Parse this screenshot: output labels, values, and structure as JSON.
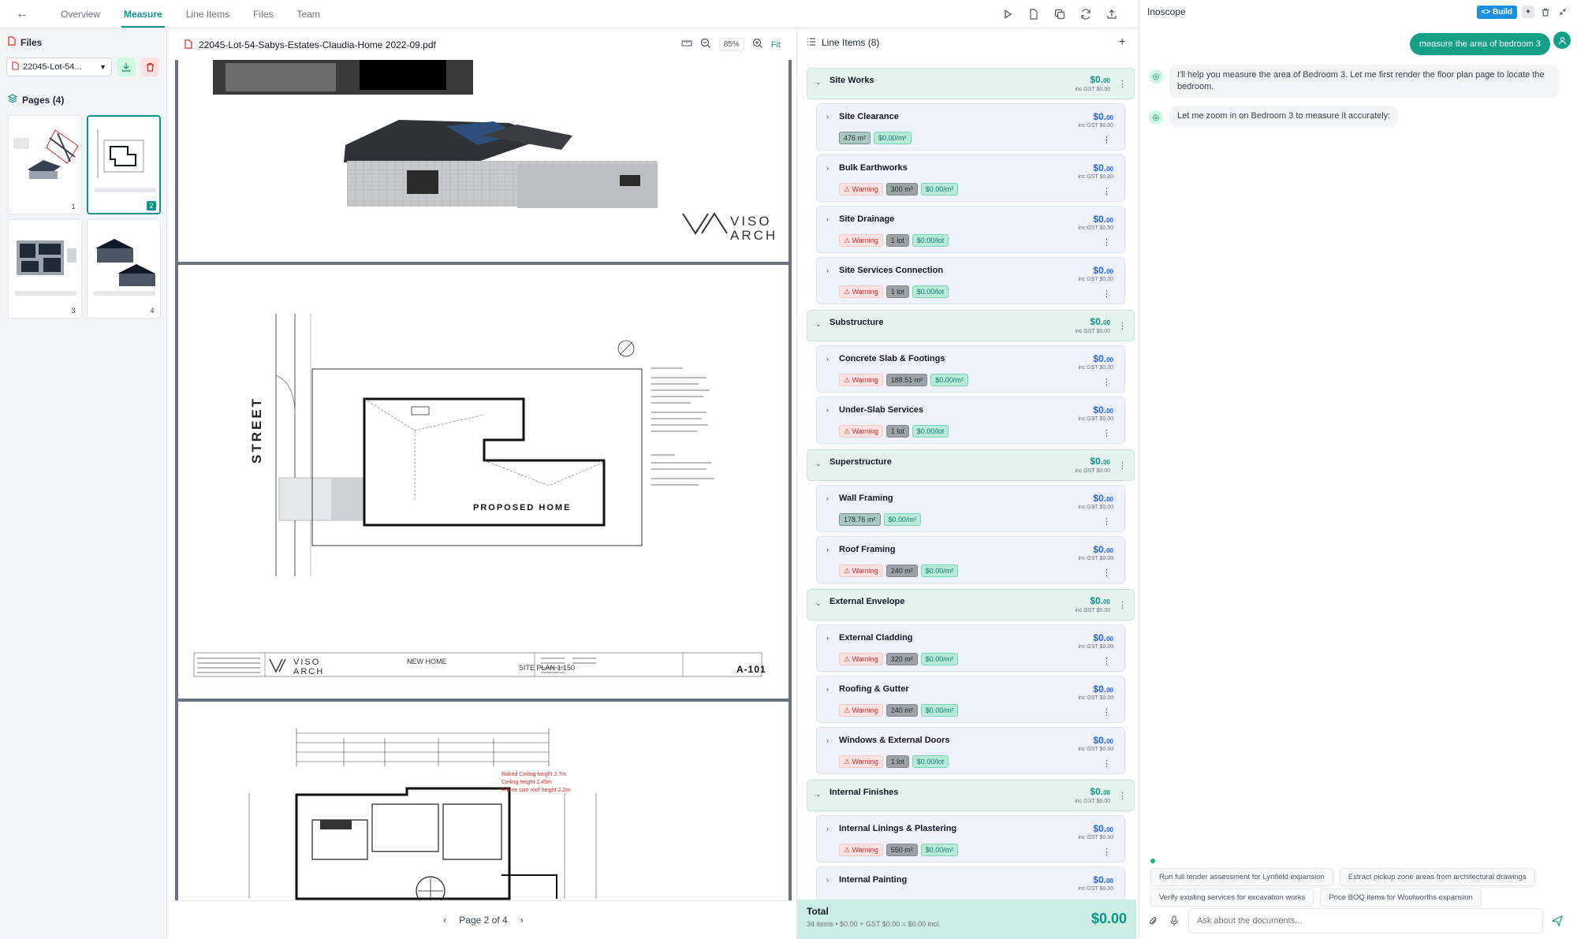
{
  "nav": {
    "tabs": [
      {
        "label": "Overview"
      },
      {
        "label": "Measure"
      },
      {
        "label": "Line Items"
      },
      {
        "label": "Files"
      },
      {
        "label": "Team"
      }
    ]
  },
  "sidebar": {
    "files_title": "Files",
    "selected_file": "22045-Lot-54...",
    "pages_title": "Pages (4)",
    "pages": [
      "1",
      "2",
      "3",
      "4"
    ]
  },
  "pdf": {
    "title": "22045-Lot-54-Sabys-Estates-Claudia-Home 2022-09.pdf",
    "zoom": "85%",
    "fit_label": "Fit",
    "page_indicator": "Page 2 of 4",
    "sheet1": {
      "brand_top": "VISO",
      "brand_bottom": "ARCH"
    },
    "sheet2": {
      "street": "STREET",
      "proposed": "PROPOSED HOME",
      "title_block": "NEW HOME",
      "plan": "SITE PLAN 1:150",
      "drawing_no": "A-101",
      "brand_top": "VISO",
      "brand_bottom": "ARCH"
    },
    "sheet3": {
      "note1": "Raked Ceiling height 2.7m",
      "note2": "Ceiling height 2.45m",
      "note3": "Frame size roof height 2.2m"
    }
  },
  "line_items": {
    "title": "Line Items (8)",
    "total_label": "Total",
    "total_summary": "34 items • $0.00 + GST $0.00 = $0.00 incl.",
    "total_value": "$0.00",
    "groups": [
      {
        "name": "Site Works",
        "amount": "$0.",
        "cents": "00",
        "gst": "inc GST $0.00",
        "items": [
          {
            "name": "Site Clearance",
            "amount": "$0.",
            "cents": "00",
            "gst": "inc GST $0.00",
            "warning": "",
            "qty": "476 m²",
            "rate": "$0.00/m²"
          },
          {
            "name": "Bulk Earthworks",
            "amount": "$0.",
            "cents": "00",
            "gst": "inc GST $0.00",
            "warning": "Warning",
            "qty": "300 m³",
            "rate": "$0.00/m³"
          },
          {
            "name": "Site Drainage",
            "amount": "$0.",
            "cents": "00",
            "gst": "inc GST $0.00",
            "warning": "Warning",
            "qty": "1 lot",
            "rate": "$0.00/lot"
          },
          {
            "name": "Site Services Connection",
            "amount": "$0.",
            "cents": "00",
            "gst": "inc GST $0.00",
            "warning": "Warning",
            "qty": "1 lot",
            "rate": "$0.00/lot"
          }
        ]
      },
      {
        "name": "Substructure",
        "amount": "$0.",
        "cents": "00",
        "gst": "inc GST $0.00",
        "items": [
          {
            "name": "Concrete Slab & Footings",
            "amount": "$0.",
            "cents": "00",
            "gst": "inc GST $0.00",
            "warning": "Warning",
            "qty": "188.51 m²",
            "rate": "$0.00/m²"
          },
          {
            "name": "Under-Slab Services",
            "amount": "$0.",
            "cents": "00",
            "gst": "inc GST $0.00",
            "warning": "Warning",
            "qty": "1 lot",
            "rate": "$0.00/lot"
          }
        ]
      },
      {
        "name": "Superstructure",
        "amount": "$0.",
        "cents": "00",
        "gst": "inc GST $0.00",
        "items": [
          {
            "name": "Wall Framing",
            "amount": "$0.",
            "cents": "00",
            "gst": "inc GST $0.00",
            "warning": "",
            "qty": "178.76 m²",
            "rate": "$0.00/m²"
          },
          {
            "name": "Roof Framing",
            "amount": "$0.",
            "cents": "00",
            "gst": "inc GST $0.00",
            "warning": "Warning",
            "qty": "240 m²",
            "rate": "$0.00/m²"
          }
        ]
      },
      {
        "name": "External Envelope",
        "amount": "$0.",
        "cents": "00",
        "gst": "inc GST $0.00",
        "items": [
          {
            "name": "External Cladding",
            "amount": "$0.",
            "cents": "00",
            "gst": "inc GST $0.00",
            "warning": "Warning",
            "qty": "320 m²",
            "rate": "$0.00/m²"
          },
          {
            "name": "Roofing & Gutter",
            "amount": "$0.",
            "cents": "00",
            "gst": "inc GST $0.00",
            "warning": "Warning",
            "qty": "240 m²",
            "rate": "$0.00/m²"
          },
          {
            "name": "Windows & External Doors",
            "amount": "$0.",
            "cents": "00",
            "gst": "inc GST $0.00",
            "warning": "Warning",
            "qty": "1 lot",
            "rate": "$0.00/lot"
          }
        ]
      },
      {
        "name": "Internal Finishes",
        "amount": "$0.",
        "cents": "00",
        "gst": "inc GST $0.00",
        "items": [
          {
            "name": "Internal Linings & Plastering",
            "amount": "$0.",
            "cents": "00",
            "gst": "inc GST $0.00",
            "warning": "Warning",
            "qty": "550 m²",
            "rate": "$0.00/m²"
          },
          {
            "name": "Internal Painting",
            "amount": "$0.",
            "cents": "00",
            "gst": "inc GST $0.00",
            "warning": "",
            "qty": "",
            "rate": ""
          }
        ]
      }
    ]
  },
  "chat": {
    "title": "Inoscope",
    "build_label": "<> Build",
    "user_message": "measure the area of bedroom 3",
    "bot_messages": [
      "I'll help you measure the area of Bedroom 3. Let me first render the floor plan page to locate the bedroom.",
      "Let me zoom in on Bedroom 3 to measure it accurately:"
    ],
    "suggestions": [
      "Run full tender assessment for Lynfield expansion",
      "Extract pickup zone areas from architectural drawings",
      "Verify existing services for excavation works",
      "Price BOQ items for Woolworths expansion"
    ],
    "input_placeholder": "Ask about the documents..."
  }
}
